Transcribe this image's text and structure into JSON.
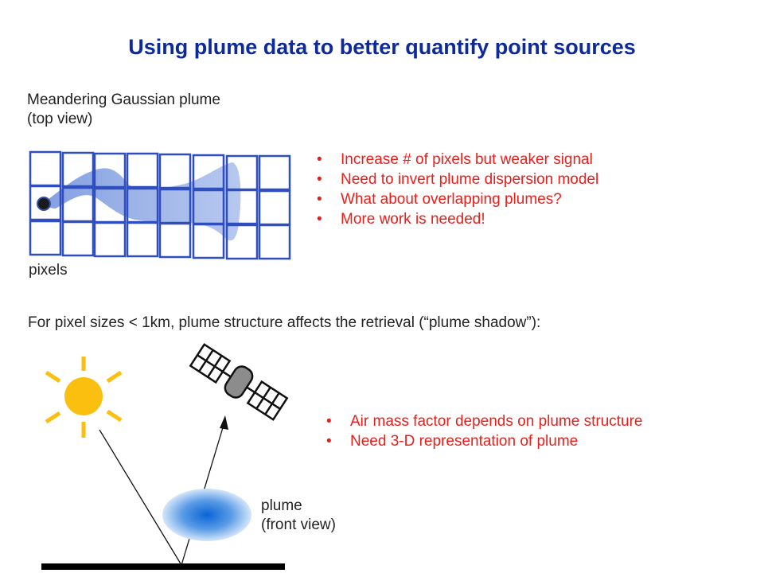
{
  "title": "Using plume data to better quantify point sources",
  "top_view": {
    "label_line1": "Meandering Gaussian plume",
    "label_line2": "(top view)",
    "pixels_label": "pixels",
    "bullets": [
      "Increase # of pixels but weaker signal",
      "Need to invert plume dispersion model",
      "What about overlapping plumes?",
      "More work is needed!"
    ]
  },
  "statement": "For pixel sizes < 1km, plume structure affects the retrieval (“plume shadow”):",
  "front_view": {
    "plume_label_line1": "plume",
    "plume_label_line2": "(front view)",
    "bullets": [
      "Air mass factor depends on plume structure",
      "Need 3-D representation of plume"
    ]
  },
  "icons": [
    "sun-icon",
    "satellite-icon",
    "point-source-icon"
  ],
  "colors": {
    "title": "#0c2a9a",
    "bullet_text": "#e8201c",
    "grid_stroke": "#2f4fbf",
    "plume_fill": "#8ea8e6",
    "sun": "#fbbf0f",
    "ground": "#000000"
  }
}
